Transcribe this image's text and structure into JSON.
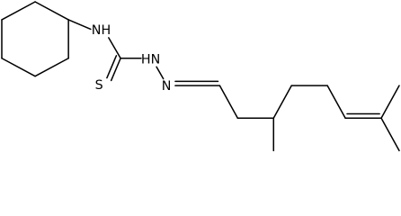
{
  "molecule": {
    "atoms": {
      "nh_label": "NH",
      "hn_label": "HN",
      "n_label": "N",
      "s_label": "S"
    }
  }
}
